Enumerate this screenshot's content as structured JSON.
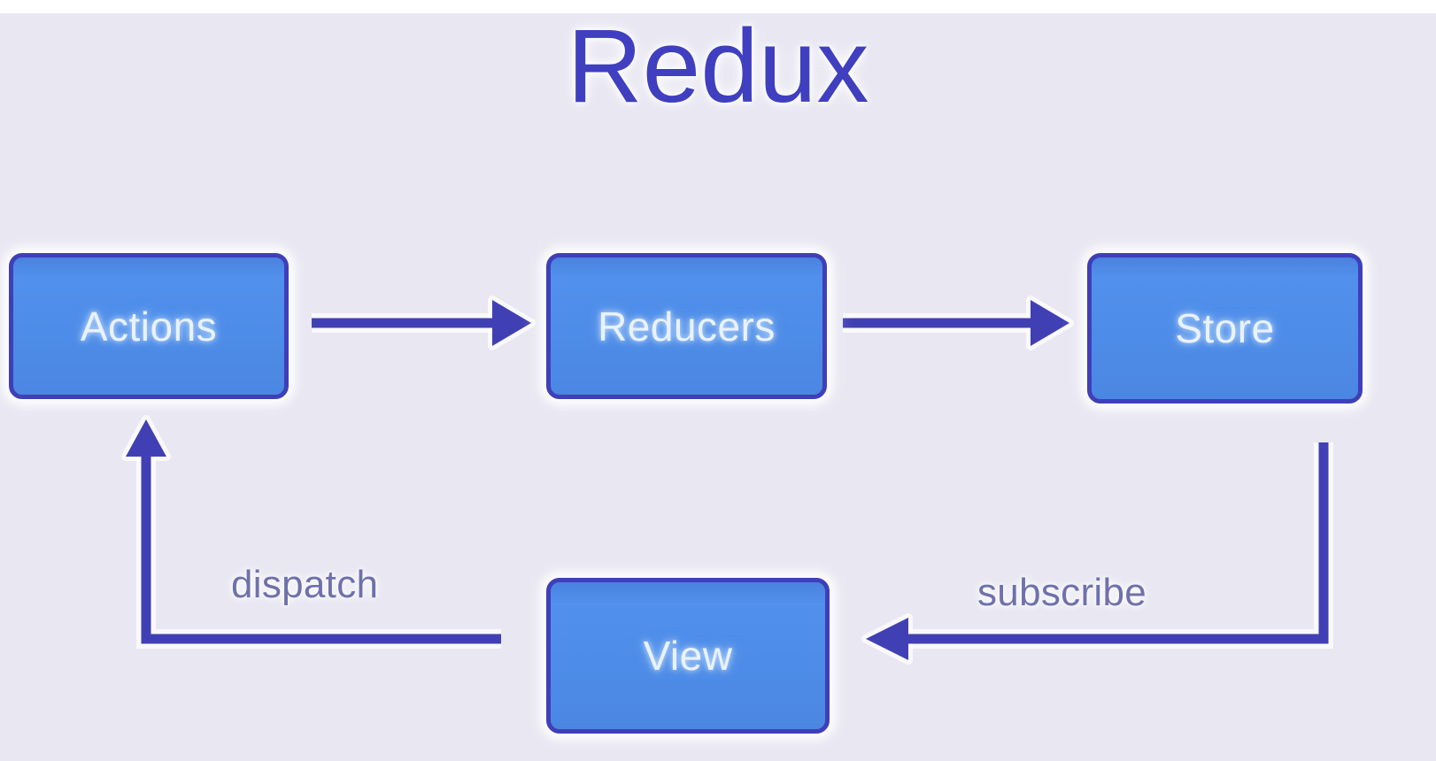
{
  "diagram": {
    "title": "Redux",
    "type": "flow-diagram",
    "background_color": "#e8e7f2",
    "node_fill_color": "#4d8ce8",
    "node_border_color": "#3f3fb8",
    "node_text_color": "#e9f2ff",
    "arrow_color": "#4040b4",
    "edge_label_color": "#6f71ab",
    "title_color": "#3f3fc0",
    "nodes": [
      {
        "id": "actions",
        "label": "Actions"
      },
      {
        "id": "reducers",
        "label": "Reducers"
      },
      {
        "id": "store",
        "label": "Store"
      },
      {
        "id": "view",
        "label": "View"
      }
    ],
    "edges": [
      {
        "id": "actions-to-reducers",
        "from": "actions",
        "to": "reducers",
        "label": "",
        "direction": "right"
      },
      {
        "id": "reducers-to-store",
        "from": "reducers",
        "to": "store",
        "label": "",
        "direction": "right"
      },
      {
        "id": "store-to-view",
        "from": "store",
        "to": "view",
        "label": "subscribe",
        "direction": "left"
      },
      {
        "id": "view-to-actions",
        "from": "view",
        "to": "actions",
        "label": "dispatch",
        "direction": "up"
      }
    ],
    "edge_labels": {
      "dispatch": "dispatch",
      "subscribe": "subscribe"
    }
  }
}
